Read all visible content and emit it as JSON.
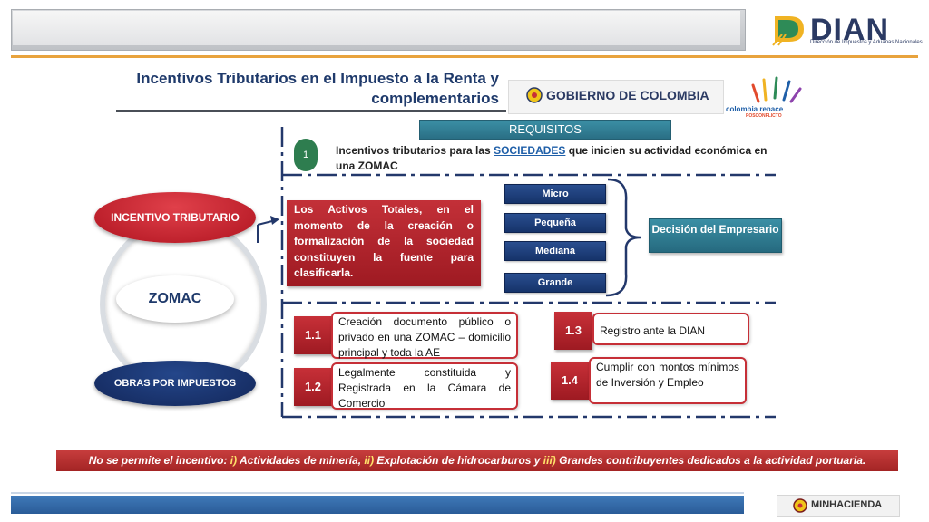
{
  "header": {
    "title": "Incentivos Tributarios en el Impuesto a la Renta y complementarios",
    "dian_logo": "DIAN",
    "dian_subtitle": "Dirección de Impuestos y Aduanas Nacionales",
    "gobierno": "GOBIERNO DE COLOMBIA",
    "colombia_renace": "colombia renace",
    "posconflicto": "POSCONFLICTO"
  },
  "left": {
    "incentivo": "INCENTIVO TRIBUTARIO",
    "zomac": "ZOMAC",
    "obras": "OBRAS POR IMPUESTOS"
  },
  "requisitos_label": "REQUISITOS",
  "intro": {
    "number": "1",
    "text_before": "Incentivos tributarios para las ",
    "link": "SOCIEDADES",
    "text_after": " que inicien su actividad económica en una ZOMAC"
  },
  "activos_text": "Los Activos Totales, en el momento de la creación o formalización de la sociedad constituyen la fuente para clasificarla.",
  "sizes": [
    "Micro",
    "Pequeña",
    "Mediana",
    "Grande"
  ],
  "decision": "Decisión del Empresario",
  "requirements": [
    {
      "num": "1.1",
      "text": "Creación documento público o privado en una ZOMAC – domicilio principal y toda la AE"
    },
    {
      "num": "1.2",
      "text": "Legalmente constituida y Registrada en la Cámara de Comercio"
    },
    {
      "num": "1.3",
      "text": "Registro ante la DIAN"
    },
    {
      "num": "1.4",
      "text": "Cumplir con montos mínimos de Inversión y Empleo"
    }
  ],
  "note": {
    "lead": "No se permite el incentivo: ",
    "i": "i)",
    "i_text": " Actividades de minería, ",
    "ii": "ii)",
    "ii_text": " Explotación de hidrocarburos y  ",
    "iii": "iii)",
    "iii_text": "  Grandes contribuyentes dedicados a la actividad portuaria."
  },
  "footer": {
    "minhacienda": "MINHACIENDA"
  },
  "colors": {
    "red": "#b01420",
    "navy": "#16336a",
    "teal": "#2a6f85",
    "orange": "#e8a33d"
  }
}
